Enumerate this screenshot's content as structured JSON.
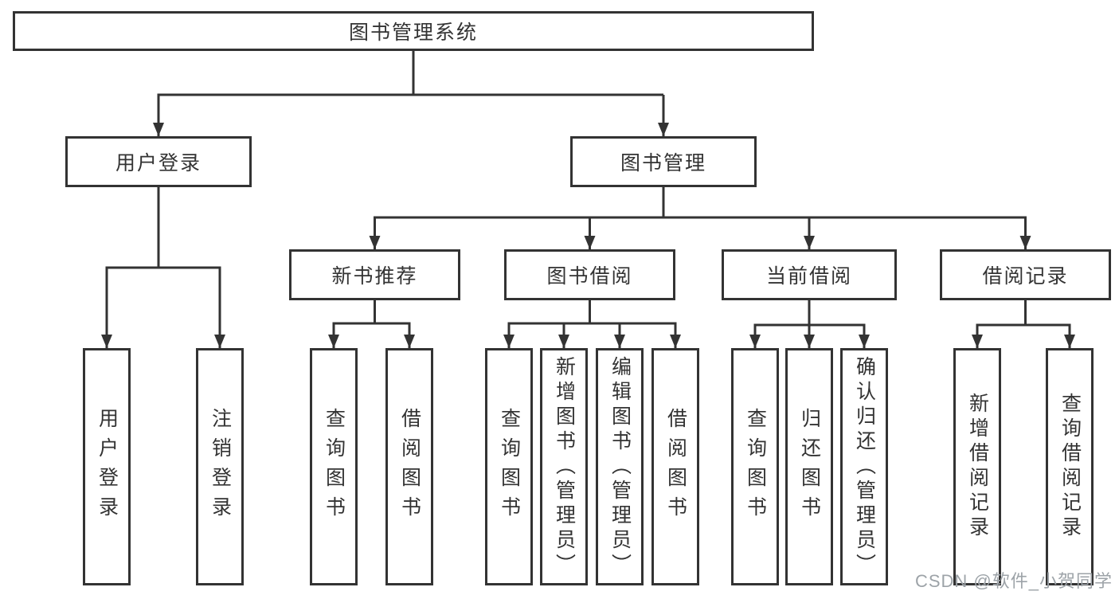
{
  "tree": {
    "label": "图书管理系统",
    "children": [
      {
        "label": "用户登录",
        "children": [
          {
            "label": "用户登录"
          },
          {
            "label": "注销登录"
          }
        ]
      },
      {
        "label": "图书管理",
        "children": [
          {
            "label": "新书推荐",
            "children": [
              {
                "label": "查询图书"
              },
              {
                "label": "借阅图书"
              }
            ]
          },
          {
            "label": "图书借阅",
            "children": [
              {
                "label": "查询图书"
              },
              {
                "label": "新增图书（管理员）"
              },
              {
                "label": "编辑图书（管理员）"
              },
              {
                "label": "借阅图书"
              }
            ]
          },
          {
            "label": "当前借阅",
            "children": [
              {
                "label": "查询图书"
              },
              {
                "label": "归还图书"
              },
              {
                "label": "确认归还（管理员）"
              }
            ]
          },
          {
            "label": "借阅记录",
            "children": [
              {
                "label": "新增借阅记录"
              },
              {
                "label": "查询借阅记录"
              }
            ]
          }
        ]
      }
    ]
  },
  "watermark": {
    "text": "CSDN @软件_小贺同学"
  },
  "colors": {
    "line": "#333333",
    "text": "#333333",
    "box_background": "#ffffff",
    "page_background": "#ffffff",
    "watermark": "#9da3a8"
  }
}
